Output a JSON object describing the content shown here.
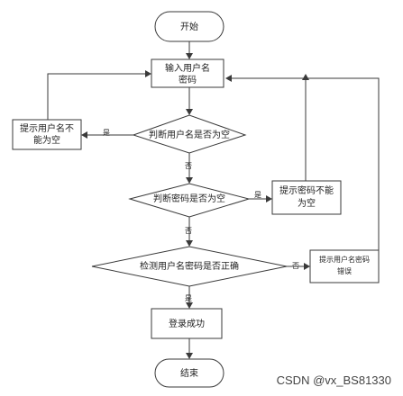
{
  "nodes": {
    "start": "开始",
    "input_line1": "输入用户名",
    "input_line2": "密码",
    "check_username": "判断用户名是否为空",
    "username_empty_line1": "提示用户名不",
    "username_empty_line2": "能为空",
    "check_password": "判断密码是否为空",
    "password_empty_line1": "提示密码不能",
    "password_empty_line2": "为空",
    "check_credentials": "检测用户名密码是否正确",
    "credentials_error_line1": "提示用户名密码",
    "credentials_error_line2": "错误",
    "login_success": "登录成功",
    "end": "结束"
  },
  "edge_labels": {
    "username_yes": "是",
    "username_no": "否",
    "password_yes": "是",
    "password_no": "否",
    "credentials_no": "否",
    "credentials_yes": "是"
  },
  "watermark": "CSDN @vx_BS81330"
}
